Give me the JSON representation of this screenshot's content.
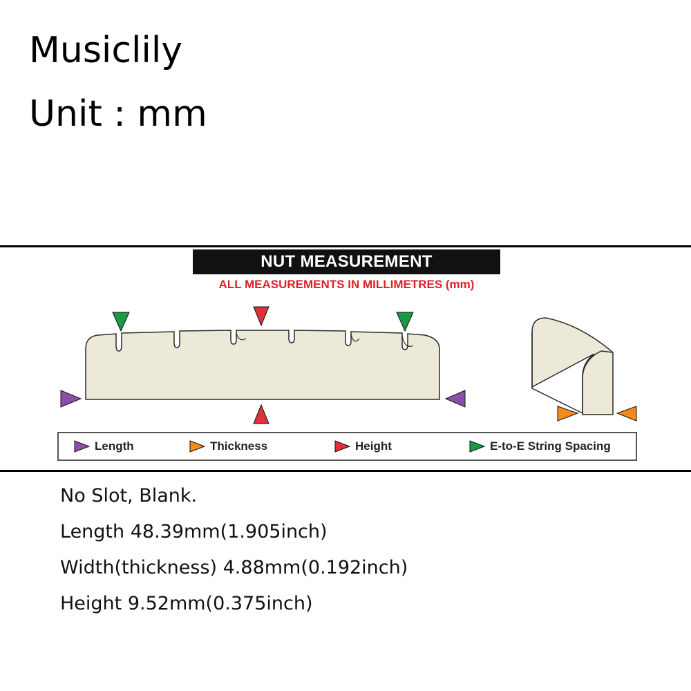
{
  "header": {
    "brand": "Musiclily",
    "unit_label": "Unit : mm"
  },
  "diagram": {
    "title": "NUT MEASUREMENT",
    "subtitle": "ALL MEASUREMENTS IN MILLIMETRES (mm)",
    "legend": [
      {
        "label": "Length",
        "color": "#8c4fa8",
        "icon": "triangle-right"
      },
      {
        "label": "Thickness",
        "color": "#f28a1e",
        "icon": "triangle-right"
      },
      {
        "label": "Height",
        "color": "#e0303a",
        "icon": "triangle-right"
      },
      {
        "label": "E-to-E String Spacing",
        "color": "#1a9a44",
        "icon": "triangle-right"
      }
    ],
    "colors": {
      "nut_fill": "#ece9d8",
      "nut_stroke": "#2a2a2a"
    }
  },
  "specs": {
    "line1": "No Slot, Blank.",
    "line2": "Length 48.39mm(1.905inch)",
    "line3": "Width(thickness) 4.88mm(0.192inch)",
    "line4": "Height 9.52mm(0.375inch)"
  }
}
